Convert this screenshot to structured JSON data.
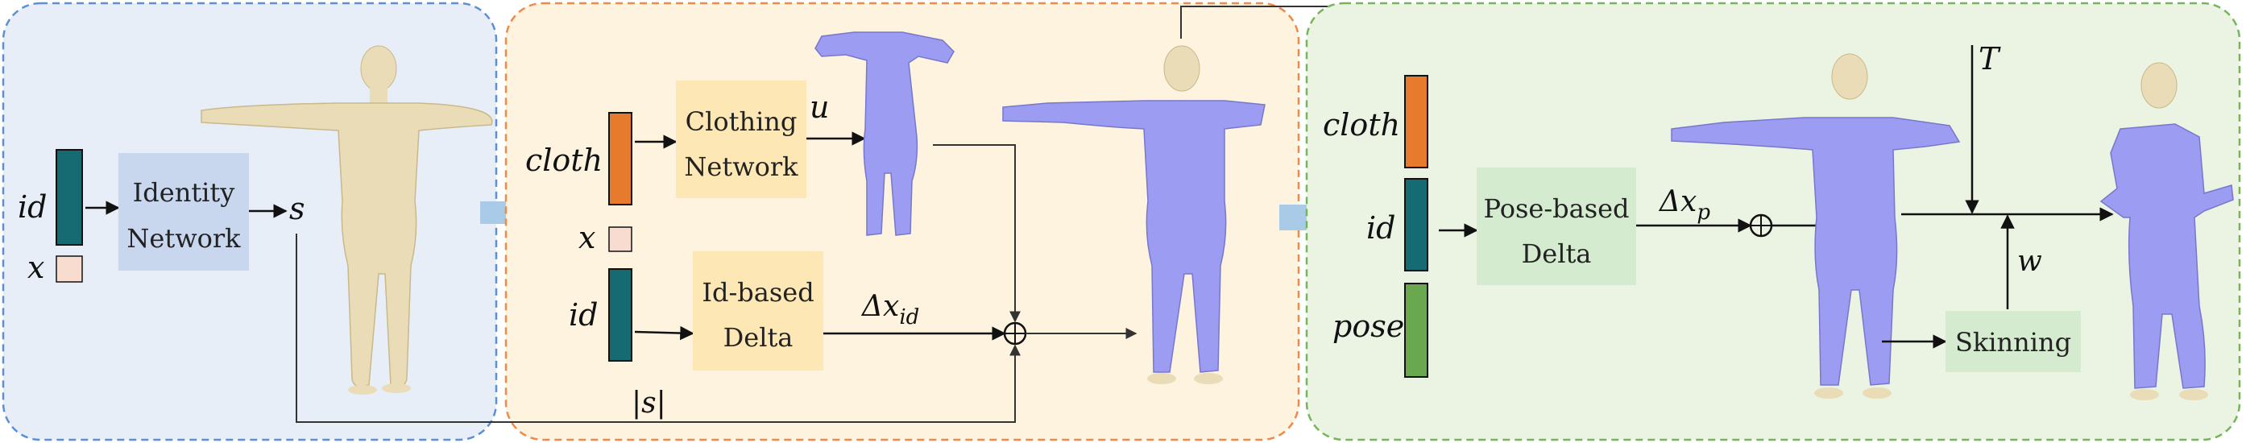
{
  "colors": {
    "panel1_bg": "#e8eef8",
    "panel1_border": "#5b8fd6",
    "panel2_bg": "#fdf3de",
    "panel2_border": "#ee8a4a",
    "panel3_bg": "#ebf3e2",
    "panel3_border": "#76b55a",
    "id_block": "#166b73",
    "cloth_block": "#e67b2e",
    "pose_block": "#6aa84f",
    "x_block": "#f9dcd0",
    "net_box_blue": "#c8d6ee",
    "net_box_yellow": "#fde7b4",
    "net_box_green": "#d5ebcf",
    "body_skin": "#e9dcb6",
    "garment": "#9c9cf2",
    "flow_arrow": "#a9cbe8"
  },
  "identity_stage": {
    "id_label": "id",
    "x_label": "x",
    "network_label_line1": "Identity",
    "network_label_line2": "Network",
    "output_label": "s"
  },
  "clothing_stage": {
    "cloth_label": "cloth",
    "x_label": "x",
    "id_label": "id",
    "clothing_network_line1": "Clothing",
    "clothing_network_line2": "Network",
    "u_label": "u",
    "id_delta_line1": "Id-based",
    "id_delta_line2": "Delta",
    "delta_id_label": "Δx",
    "delta_id_sub": "id",
    "shape_abs_label": "|s|"
  },
  "pose_stage": {
    "cloth_label": "cloth",
    "id_label": "id",
    "pose_label": "pose",
    "pose_delta_line1": "Pose-based",
    "pose_delta_line2": "Delta",
    "delta_p_label": "Δx",
    "delta_p_sub": "p",
    "t_label": "T",
    "w_label": "w",
    "skinning_label": "Skinning"
  }
}
